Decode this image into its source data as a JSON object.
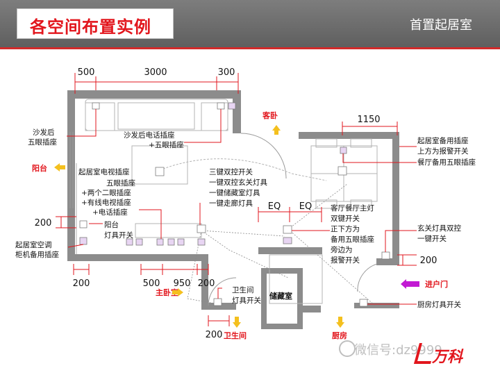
{
  "header": {
    "title": "各空间布置实例",
    "subtitle": "首置起居室"
  },
  "dimensions": {
    "top_500": "500",
    "top_3000": "3000",
    "top_300": "300",
    "right_1150": "1150",
    "eq_left": "EQ",
    "eq_right": "EQ",
    "left_200": "200",
    "bottom_200": "200",
    "bottom_500": "500",
    "bottom_950": "950",
    "bottom_200b": "200",
    "bath_200": "200",
    "entry_200": "200"
  },
  "rooms": {
    "guest_bedroom": "客卧",
    "balcony": "阳台",
    "master_bedroom": "主卧室",
    "bathroom": "卫生间",
    "storage": "储藏室",
    "kitchen": "厨房",
    "entrance": "进户门"
  },
  "annotations": {
    "sofa_back": [
      "沙发后",
      "五眼插座"
    ],
    "sofa_phone": [
      "沙发后电话插座",
      "+五眼插座"
    ],
    "tv": [
      "起居室电视插座",
      "五眼插座",
      "+两个二眼插座",
      "+有线电视插座",
      "+电话插座"
    ],
    "switches": [
      "三键双控开关",
      "一键双控玄关灯具",
      "一键储藏室灯具",
      "一键走廊灯具"
    ],
    "balcony_light": [
      "阳台",
      "灯具开关"
    ],
    "ac": [
      "起居室空调",
      "柜机备用插座"
    ],
    "spare_socket": [
      "起居室备用插座",
      "上方为报警开关",
      "餐厅备用五眼插座"
    ],
    "dining_light": [
      "客厅餐厅主灯",
      "双键开关",
      "正下方为",
      "备用五眼插座",
      "旁边为",
      "报警开关"
    ],
    "entry_light": [
      "玄关灯具双控",
      "一键开关"
    ],
    "bath_light": [
      "卫生间",
      "灯具开关"
    ],
    "kitchen_light": "厨房灯具开关"
  },
  "watermark": "微信号:dz9999",
  "logo": "万科"
}
